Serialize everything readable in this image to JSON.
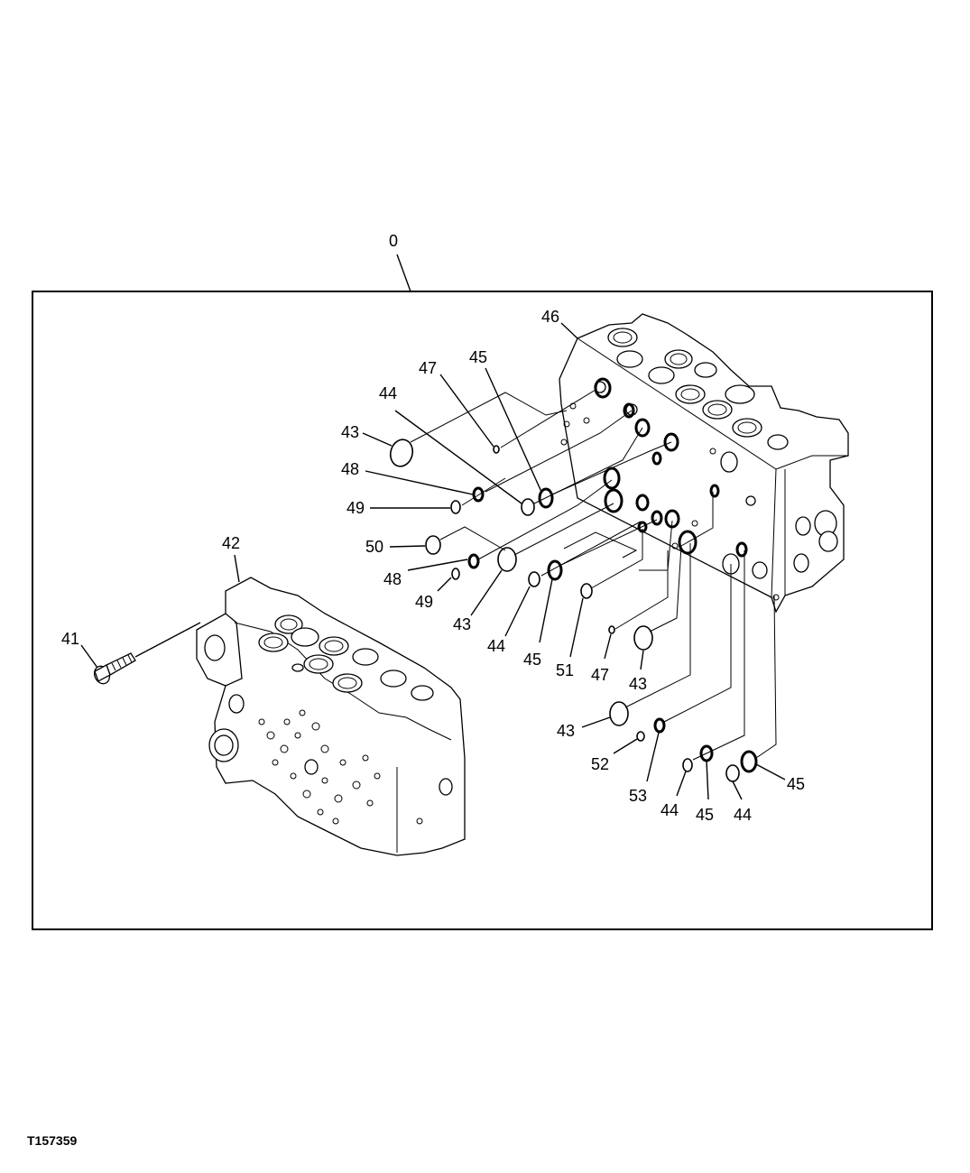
{
  "figure_id": "T157359",
  "callouts": {
    "c0": "0",
    "c41": "41",
    "c42": "42",
    "c43a": "43",
    "c43b": "43",
    "c43c": "43",
    "c43d": "43",
    "c44a": "44",
    "c44b": "44",
    "c44c": "44",
    "c44d": "44",
    "c45a": "45",
    "c45b": "45",
    "c45c": "45",
    "c45d": "45",
    "c46": "46",
    "c47a": "47",
    "c47b": "47",
    "c48a": "48",
    "c48b": "48",
    "c49a": "49",
    "c49b": "49",
    "c50": "50",
    "c51": "51",
    "c52": "52",
    "c53": "53"
  }
}
